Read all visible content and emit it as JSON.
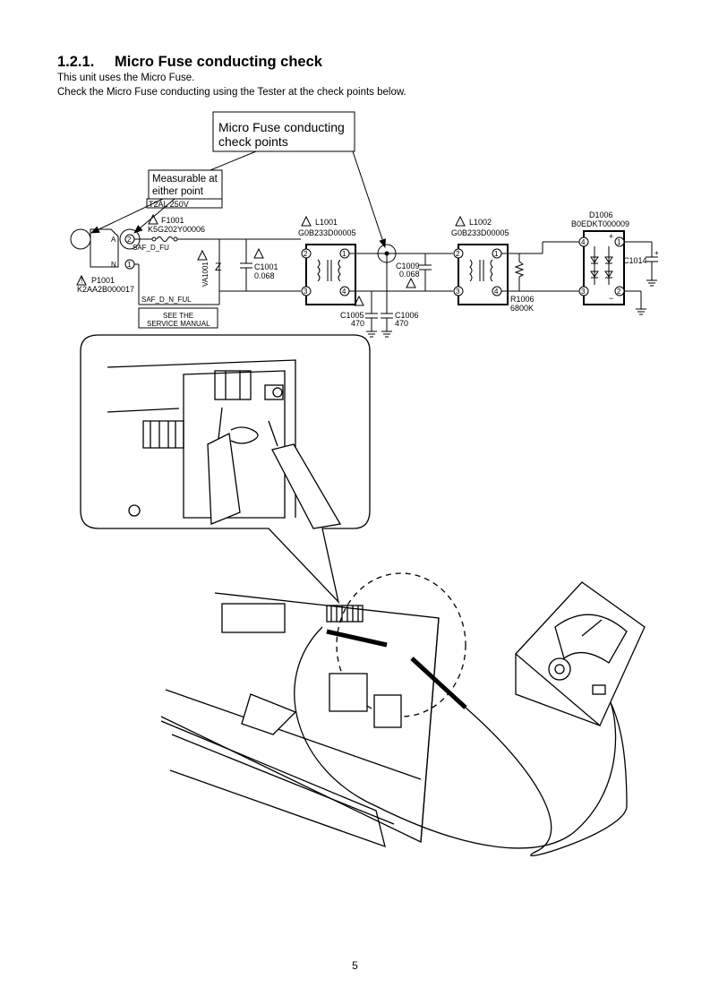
{
  "section": {
    "number": "1.2.1.",
    "title": "Micro Fuse conducting check",
    "intro_lines": [
      "This unit uses the Micro Fuse.",
      "Check the Micro Fuse conducting using the Tester at the check points below."
    ]
  },
  "callouts": {
    "check_points": [
      "Micro Fuse conducting",
      "check points"
    ],
    "measurable": [
      "Measurable at",
      "either point"
    ],
    "see_manual": [
      "SEE THE",
      "SERVICE MANUAL"
    ]
  },
  "schematic": {
    "fuse_rating": "T2AL 250V",
    "f1001_ref": "F1001",
    "f1001_part": "K5G202Y00006",
    "saf_d_fu": "SAF_D_FU",
    "saf_d_n_ful": "SAF_D_N_FUL",
    "p1001_ref": "P1001",
    "p1001_part": "K2AA2B000017",
    "connector_a": "A",
    "connector_n": "N",
    "va1001": "VA1001",
    "va_symbol": "Z",
    "c1001_ref": "C1001",
    "c1001_val": "0.068",
    "l1001_ref": "L1001",
    "l1001_part": "G0B233D00005",
    "l1002_ref": "L1002",
    "l1002_part": "G0B233D00005",
    "c1009_ref": "C1009",
    "c1009_val": "0.068",
    "c1005_ref": "C1005",
    "c1005_val": "470",
    "c1006_ref": "C1006",
    "c1006_val": "470",
    "r1006_ref": "R1006",
    "r1006_val": "6800K",
    "d1006_ref": "D1006",
    "d1006_part": "B0EDKT000009",
    "c1014_ref": "C1014",
    "plus": "+",
    "minus": "−",
    "pin1": "1",
    "pin2": "2",
    "pin3": "3",
    "pin4": "4",
    "warn_mark": "!"
  },
  "page_number": "5"
}
